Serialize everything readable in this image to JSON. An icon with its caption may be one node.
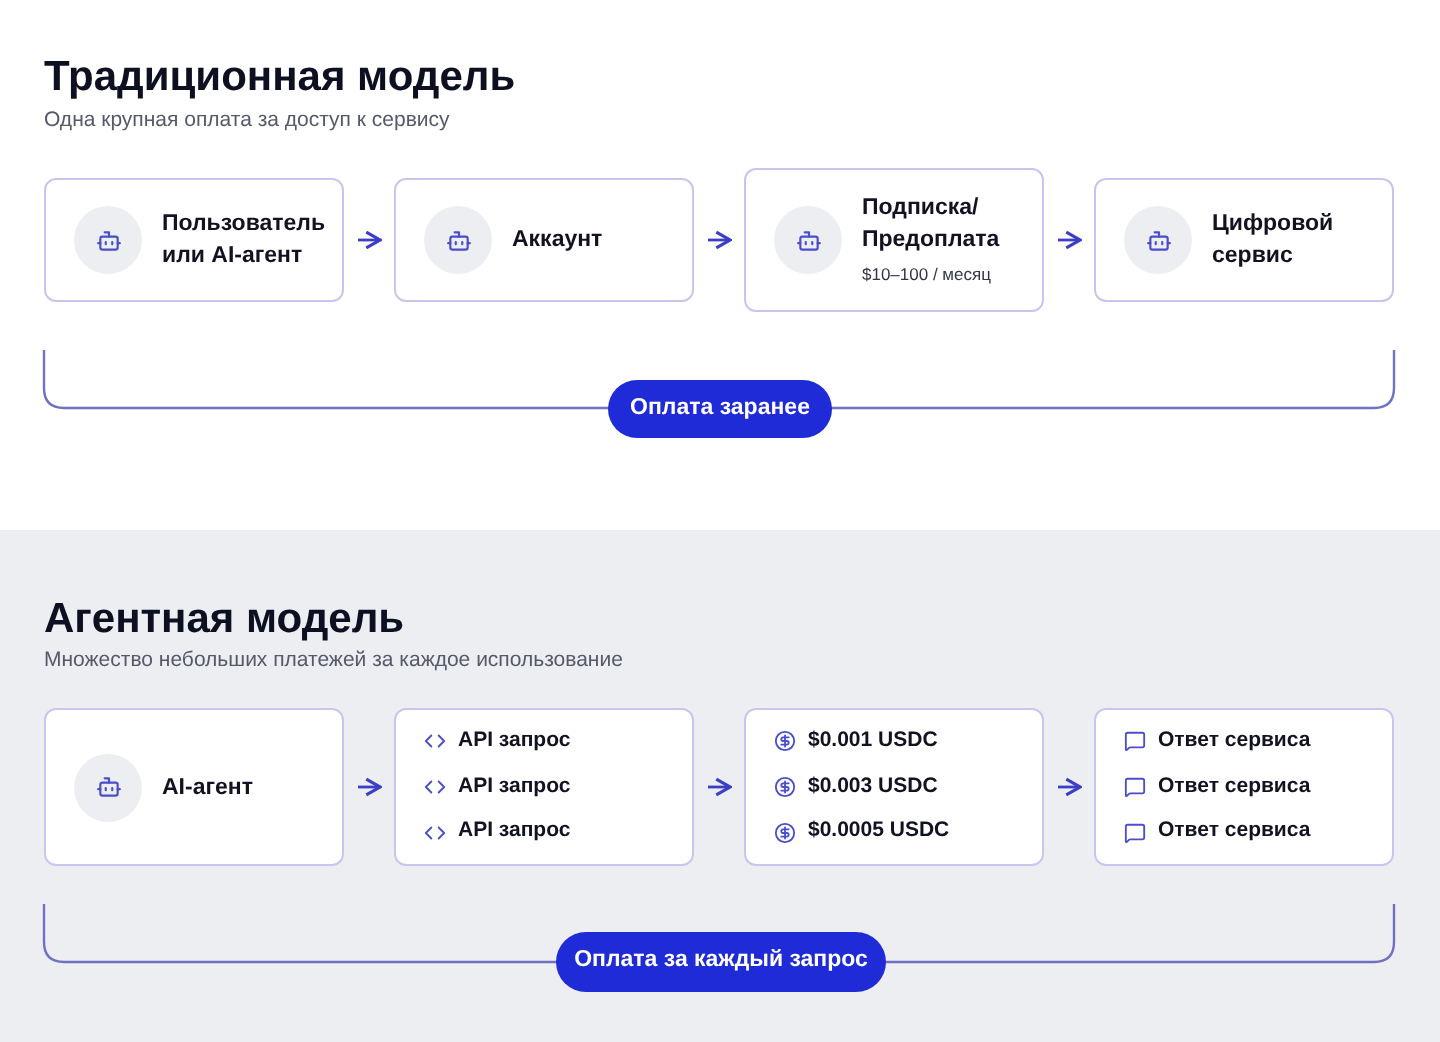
{
  "diagram": {
    "nodes": [
      {
        "text": [
          "Пользователь или AI-агент"
        ]
      },
      {
        "text": [
          "Аккаунт"
        ]
      },
      {
        "text": [
          "Подписка/ Предоплата",
          "$10–100 / месяц"
        ]
      },
      {
        "text": [
          "Цифровой сервис"
        ]
      },
      {
        "text": [
          "Оплата заранее"
        ]
      },
      {
        "text": [
          "AI-агент"
        ]
      },
      {
        "text": [
          "API запрос",
          "API запрос",
          "API запрос"
        ]
      },
      {
        "text": [
          "$0.001 USDC",
          "$0.003 USDC",
          "$0.0005 USDC"
        ]
      },
      {
        "text": [
          "Ответ сервиса",
          "Ответ сервиса",
          "Ответ сервиса"
        ]
      },
      {
        "text": [
          "Оплата за каждый запрос"
        ]
      }
    ],
    "edges": [
      {
        "from": 0,
        "to": 1,
        "arrow": "to"
      },
      {
        "from": 1,
        "to": 2,
        "arrow": "to"
      },
      {
        "from": 2,
        "to": 3,
        "arrow": "to"
      },
      {
        "from": 5,
        "to": 6,
        "arrow": "to"
      },
      {
        "from": 6,
        "to": 7,
        "arrow": "to"
      },
      {
        "from": 7,
        "to": 8,
        "arrow": "to"
      }
    ],
    "labels": [
      "Традиционная модель",
      "Одна крупная оплата за доступ к сервису",
      "Агентная модель",
      "Множество небольших платежей за каждое использование"
    ]
  }
}
